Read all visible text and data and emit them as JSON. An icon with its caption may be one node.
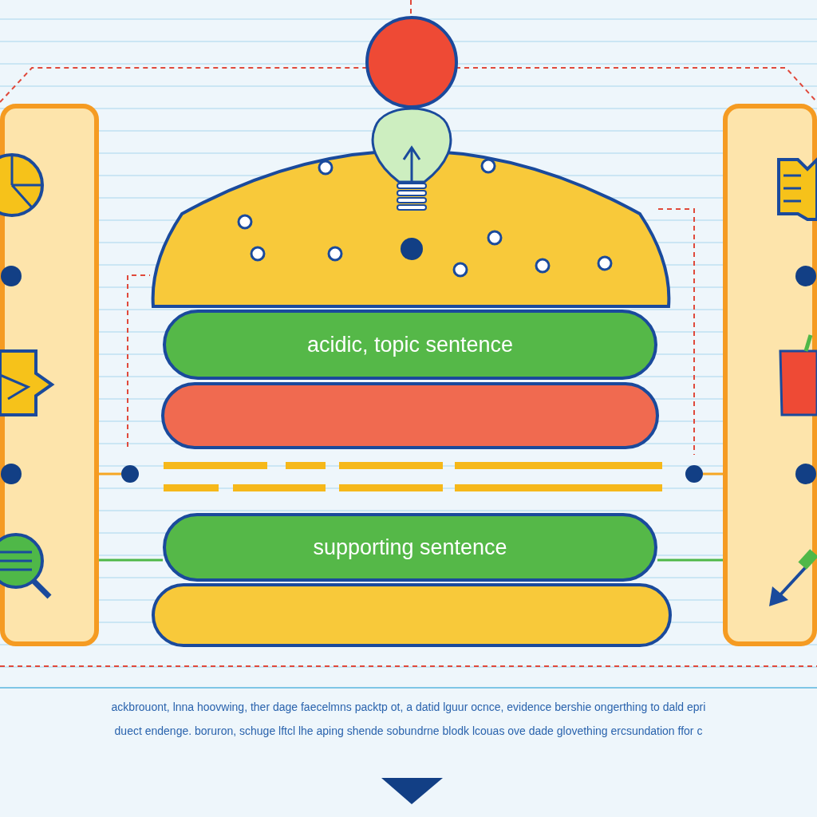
{
  "diagram": {
    "nodes": [
      {
        "text": [],
        "shape": "box"
      },
      {
        "text": [],
        "shape": "dome"
      },
      {
        "text": [
          "acidic, topic sentence"
        ]
      },
      {
        "text": [],
        "shape": "bar"
      },
      {
        "text": [],
        "shape": "circle",
        "in": 0
      },
      {
        "text": [],
        "shape": "circle"
      },
      {
        "text": [],
        "shape": "circle"
      },
      {
        "text": [
          "supporting sentence"
        ]
      },
      {
        "text": [],
        "shape": "bar"
      },
      {
        "text": [],
        "shape": "box"
      },
      {
        "text": [],
        "shape": "circle",
        "in": 9
      }
    ],
    "edges": [
      {
        "from": 4,
        "to": 5,
        "arrow": "none",
        "color": "#f6a623"
      },
      {
        "from": 6,
        "to": 10,
        "arrow": "none",
        "color": "#f6a623"
      },
      {
        "from": 0,
        "to": 7,
        "arrow": "none",
        "color": "#4fb848"
      },
      {
        "from": 7,
        "to": 9,
        "arrow": "none",
        "color": "#4fb848"
      }
    ],
    "labels": [
      "ackbrouont, lnna hoovwing, ther dage faecelmns packtp ot, a datid lguur ocnce, evidence  bershie ongerthing to dald epri",
      "duect endenge. boruron, schuge lftcl lhe aping shende sobundrne blodk lcouas ove dade glovething ercsundation ffor c"
    ]
  }
}
